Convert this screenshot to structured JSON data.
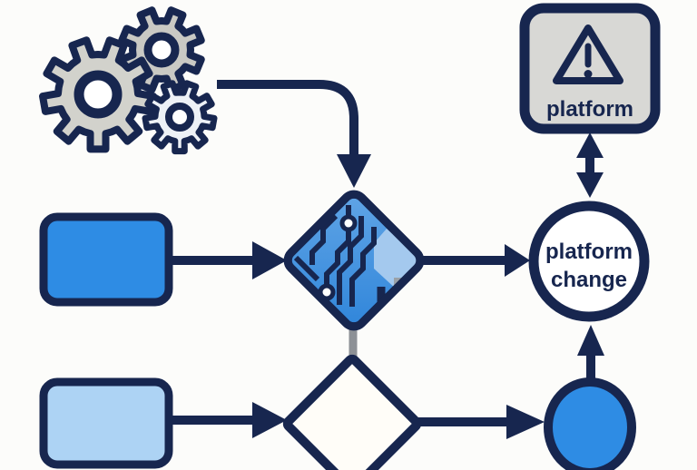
{
  "warning_box": {
    "label": "platform",
    "icon": "warning-triangle-icon"
  },
  "decision_circle": {
    "label_line1": "platform",
    "label_line2": "change"
  },
  "icons": {
    "gears": "gears-icon",
    "circuit_chip": "circuit-chip-icon",
    "warning": "warning-triangle-icon"
  },
  "colors": {
    "navy": "#17264f",
    "bright-blue": "#2e8ce4",
    "light-blue": "#add3f4",
    "diamond-blue": "#3a8edd",
    "diamond-blue-light": "#a4c9ee",
    "gear-gray-large": "#d2d2cc",
    "gear-gray-medium": "#c9c9c4",
    "gear-gray-small": "#edf1f6",
    "box-gray": "#d8d8d5",
    "connector-gray": "#8d9196",
    "patch-gray": "#9aa1a8",
    "node-white": "#fffdf8",
    "background": "#fcfcfa"
  }
}
